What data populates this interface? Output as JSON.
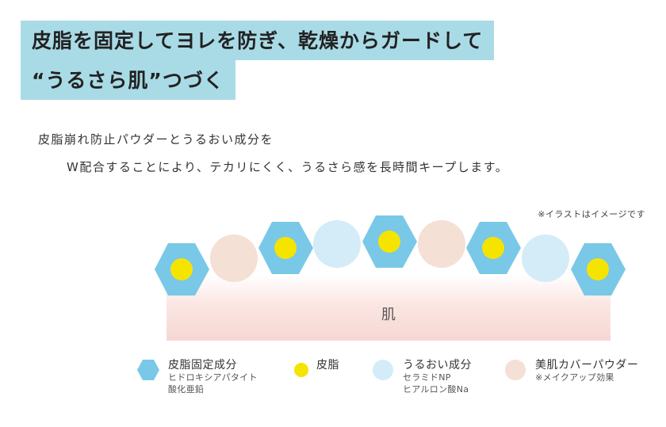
{
  "headline": {
    "line1": "皮脂を固定してヨレを防ぎ、乾燥からガードして",
    "line2": "“うるさら肌”つづく"
  },
  "lead": {
    "line1": "皮脂崩れ防止パウダーとうるおい成分を",
    "line2": "W配合することにより、テカリにくく、うるさら感を長時間キープします。"
  },
  "note": "※イラストはイメージです",
  "skin_label": "肌",
  "colors": {
    "headline_bg": "#a9dbe6",
    "hexagon": "#79c8e8",
    "sebum": "#f5e400",
    "moisture": "#d4ecf7",
    "cover_powder": "#f4e0d4"
  },
  "legend": [
    {
      "icon": "hexagon-icon",
      "title": "皮脂固定成分",
      "sub": [
        "ヒドロキシアパタイト",
        "酸化亜鉛"
      ]
    },
    {
      "icon": "yellow-dot-icon",
      "title": "皮脂",
      "sub": []
    },
    {
      "icon": "light-blue-circle-icon",
      "title": "うるおい成分",
      "sub": [
        "セラミドNP",
        "ヒアルロン酸Na"
      ]
    },
    {
      "icon": "beige-circle-icon",
      "title": "美肌カバーパウダー",
      "sub": [
        "※メイクアップ効果"
      ]
    }
  ]
}
